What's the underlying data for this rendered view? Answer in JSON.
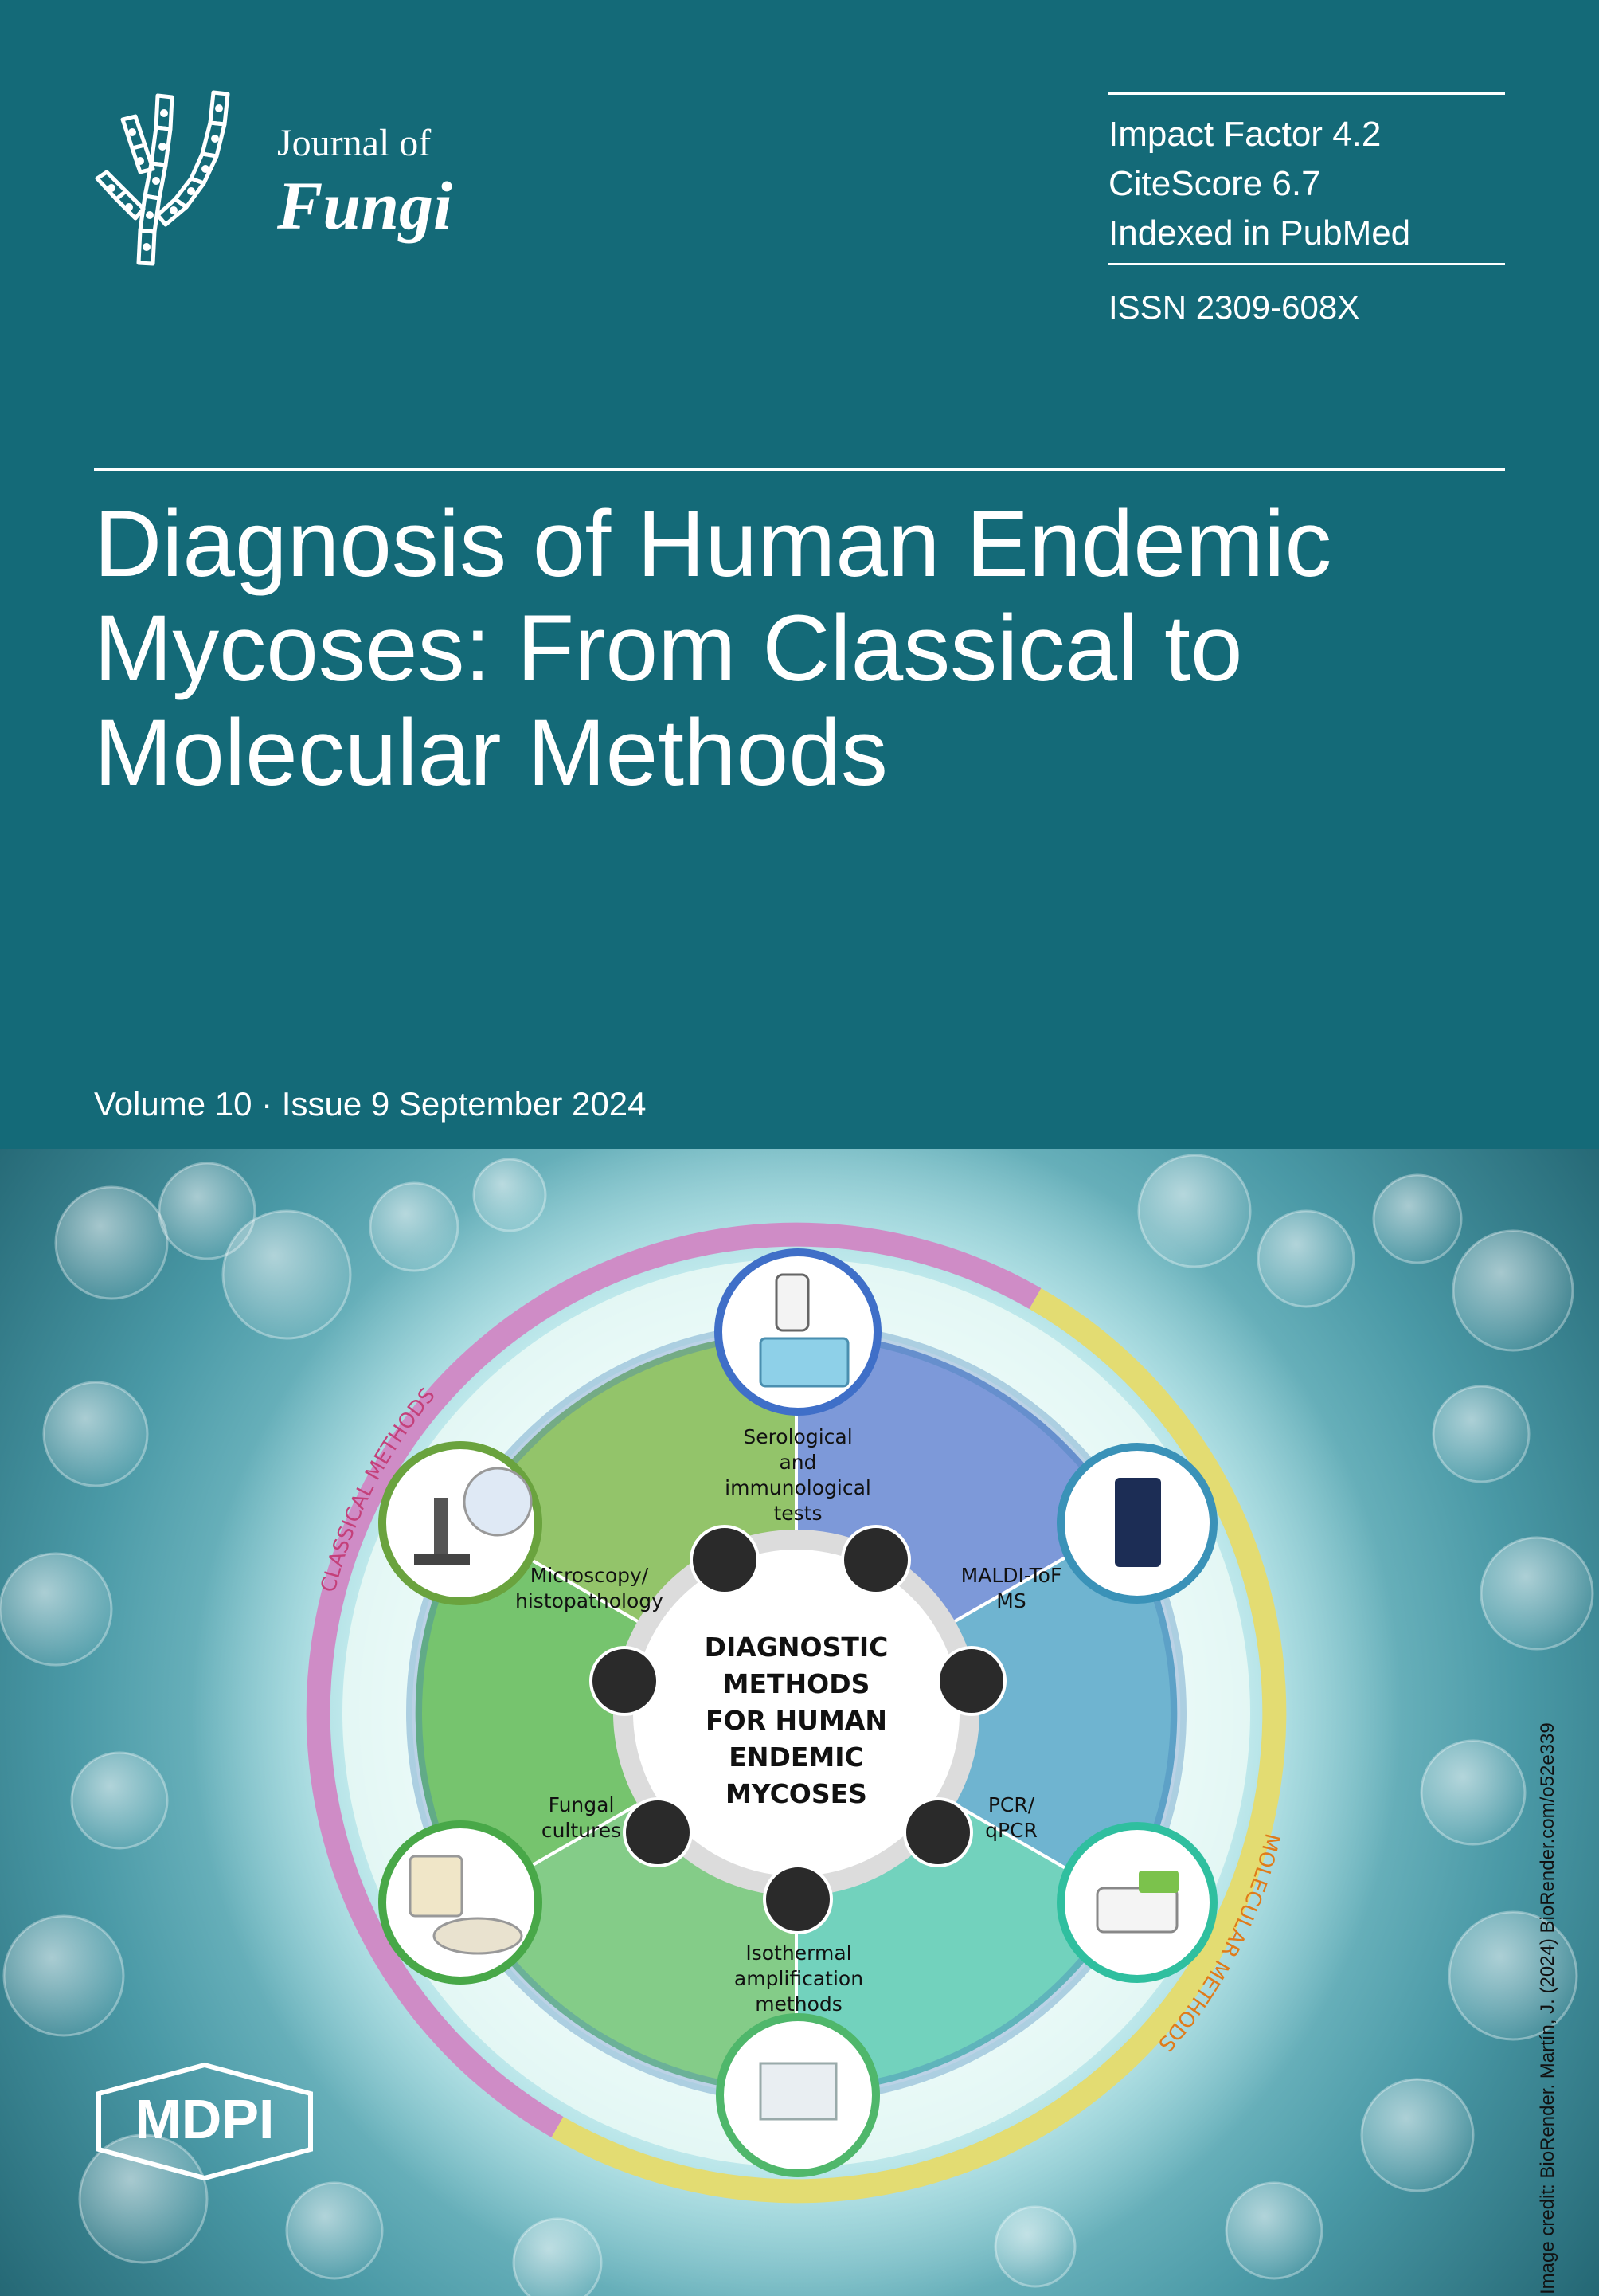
{
  "journal": {
    "prefix": "Journal of",
    "name": "Fungi"
  },
  "metrics": [
    "Impact Factor 4.2",
    "CiteScore 6.7",
    "Indexed in PubMed"
  ],
  "issn": "ISSN 2309-608X",
  "title_lines": [
    "Diagnosis of Human Endemic",
    "Mycoses: From Classical to",
    "Molecular Methods"
  ],
  "issue": "Volume 10 · Issue 9 September 2024",
  "diagram": {
    "center_lines": [
      "DIAGNOSTIC",
      "METHODS",
      "FOR HUMAN",
      "ENDEMIC",
      "MYCOSES"
    ],
    "classical_label": "CLASSICAL METHODS",
    "molecular_label": "MOLECULAR METHODS",
    "segments": {
      "serological": [
        "Serological",
        "and",
        "immunological",
        "tests"
      ],
      "microscopy": [
        "Microscopy/",
        "histopathology"
      ],
      "maldi": [
        "MALDI-ToF",
        "MS"
      ],
      "cultures": [
        "Fungal",
        "cultures"
      ],
      "pcr": [
        "PCR/",
        "qPCR"
      ],
      "isothermal": [
        "Isothermal",
        "amplification",
        "methods"
      ]
    }
  },
  "publisher_logo": "MDPI",
  "image_credit": "Image credit: BioRender. Martín, J. (2024) BioRender.com/o52e339",
  "colors": {
    "header_bg": "#146a78",
    "classical_ring": "#cf8cc6",
    "molecular_ring": "#e3dc72",
    "serological": "#7d99d9",
    "maldi": "#6fb4d0",
    "microscopy": "#93c46a",
    "cultures": "#76c46e",
    "pcr": "#72d2bd",
    "isothermal": "#84cc88"
  }
}
